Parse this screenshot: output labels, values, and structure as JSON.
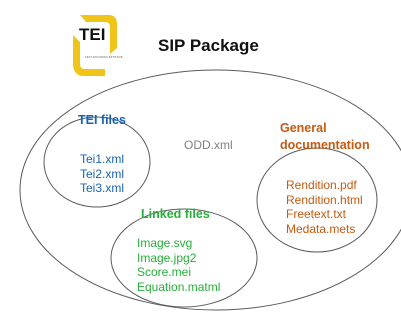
{
  "logo": {
    "text": "TEI",
    "tagline": "TEXT ENCODING INITIATIVE"
  },
  "title": "SIP Package",
  "odd_file": "ODD.xml",
  "tei_files": {
    "heading": "TEI files",
    "items": [
      "Tei1.xml",
      "Tei2.xml",
      "Tei3.xml"
    ]
  },
  "general_documentation": {
    "heading_line1": "General",
    "heading_line2": "documentation",
    "items": [
      "Rendition.pdf",
      "Rendition.html",
      "Freetext.txt",
      "Medata.mets"
    ]
  },
  "linked_files": {
    "heading": "Linked files",
    "items": [
      "Image.svg",
      "Image.jpg2",
      "Score.mei",
      "Equation.matml"
    ]
  },
  "colors": {
    "tei_blue": "#1a63b4",
    "general_orange": "#c55a11",
    "linked_green": "#27ae3a",
    "odd_gray": "#7f7f7f",
    "logo_yellow": "#f0c419"
  }
}
